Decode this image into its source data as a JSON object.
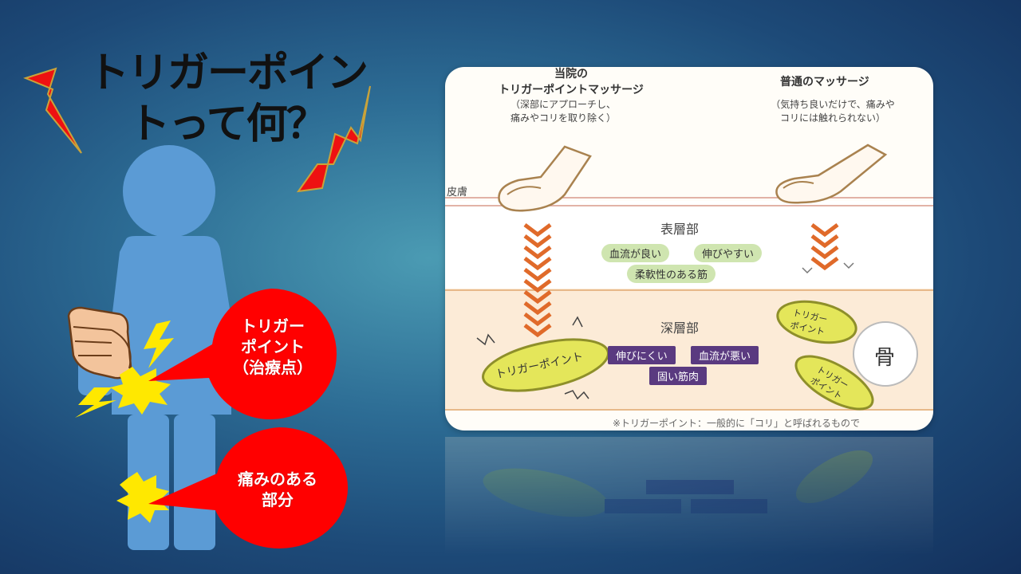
{
  "title": {
    "line1": "トリガーポイン",
    "line2": "トって何？"
  },
  "callouts": {
    "trigger": {
      "line1": "トリガー",
      "line2": "ポイント",
      "line3": "（治療点）"
    },
    "pain": {
      "line1": "痛みのある",
      "line2": "部分"
    }
  },
  "diagram": {
    "left_heading_line1": "当院の",
    "left_heading_line2": "トリガーポイントマッサージ",
    "left_note_line1": "（深部にアプローチし、",
    "left_note_line2": "痛みやコリを取り除く）",
    "right_heading": "普通のマッサージ",
    "right_note_line1": "（気持ち良いだけで、痛みや",
    "right_note_line2": "コリには触れられない）",
    "skin_label": "皮膚",
    "surface_label": "表層部",
    "surface_tags": [
      "血流が良い",
      "伸びやすい",
      "柔軟性のある筋"
    ],
    "deep_label": "深層部",
    "deep_tags": [
      "伸びにくい",
      "血流が悪い",
      "固い筋肉"
    ],
    "trigger_blob": "トリガーポイント",
    "small_blob_1": {
      "line1": "トリガー",
      "line2": "ポイント"
    },
    "small_blob_2": {
      "line1": "トリガー",
      "line2": "ポイント"
    },
    "bone_label": "骨",
    "footnote": "※トリガーポイント：一般的に「コリ」と呼ばれるもので"
  },
  "colors": {
    "background_dark": "#13305c",
    "background_light": "#4b9bb3",
    "figure_blue": "#5b9bd5",
    "callout_red": "#ff0000",
    "lightning_red": "#ee1111",
    "spark_yellow": "#ffe800",
    "arrow_orange": "#e06a2a",
    "trigger_yellow": "#e4e65a",
    "tag_green": "#cfe5b0",
    "tag_purple": "#5a3a80"
  }
}
